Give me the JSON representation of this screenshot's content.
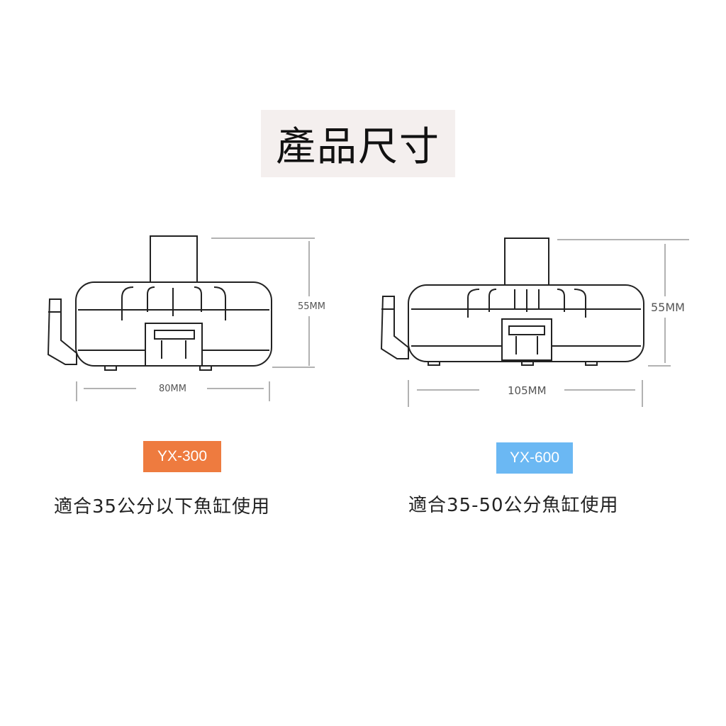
{
  "title": "產品尺寸",
  "products": [
    {
      "model": "YX-300",
      "badge_color": "#ee7b3f",
      "height_label": "55MM",
      "width_label": "80MM",
      "description": "適合35公分以下魚缸使用"
    },
    {
      "model": "YX-600",
      "badge_color": "#6bb8f3",
      "height_label": "55MM",
      "width_label": "105MM",
      "description": "適合35-50公分魚缸使用"
    }
  ]
}
